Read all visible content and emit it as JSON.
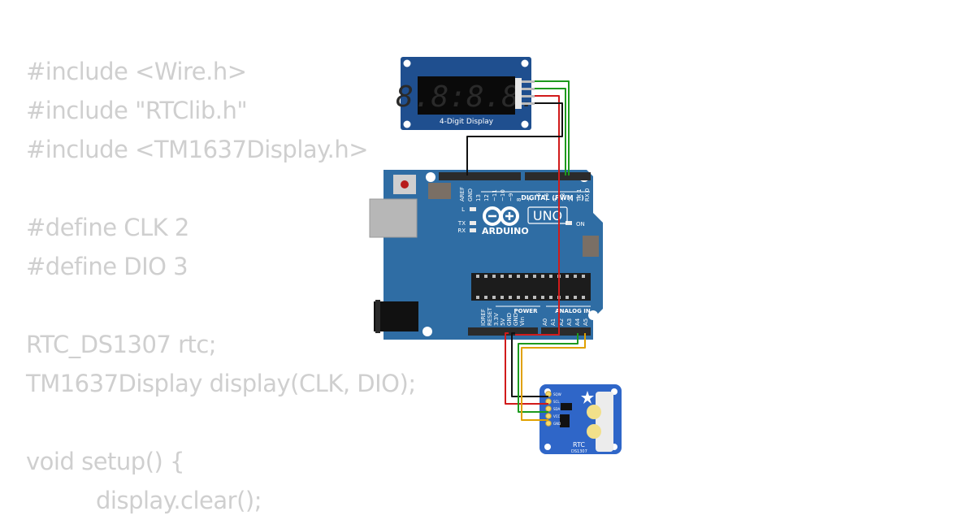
{
  "code": {
    "lines": [
      "#include <Wire.h>",
      "#include \"RTClib.h\"",
      "#include <TM1637Display.h>",
      "",
      "#define CLK 2",
      "#define DIO 3",
      "",
      "RTC_DS1307 rtc;",
      "TM1637Display display(CLK, DIO);",
      "",
      "void setup() {",
      "    display.clear();"
    ]
  },
  "display_module": {
    "label": "4-Digit Display",
    "digits": "8.8:8.8."
  },
  "arduino": {
    "model": "UNO",
    "brand": "ARDUINO",
    "digital_label": "DIGITAL (PWM ~)",
    "power_label": "POWER",
    "analog_label": "ANALOG IN",
    "on_label": "ON",
    "l_label": "L",
    "tx_label": "TX",
    "rx_label": "RX",
    "top_pins": [
      "AREF",
      "GND",
      "13",
      "12",
      "~11",
      "~10",
      "~9",
      "8",
      "7",
      "~6",
      "~5",
      "4",
      "~3",
      "2",
      "TX 1",
      "RX 0"
    ],
    "power_pins": [
      "IOREF",
      "RESET",
      "3.3V",
      "5V",
      "GND",
      "GND",
      "Vin"
    ],
    "analog_pins": [
      "A0",
      "A1",
      "A2",
      "A3",
      "A4",
      "A5"
    ]
  },
  "rtc_module": {
    "label": "RTC",
    "chip": "DS1307",
    "pins": [
      "SQW",
      "SCL",
      "SDA",
      "VCC",
      "GND"
    ]
  },
  "colors": {
    "code_text": "#cfcfcf",
    "board_blue": "#2f6da4",
    "display_blue": "#1f4f8f",
    "rtc_blue": "#2f66c8",
    "wire_red": "#d11b1b",
    "wire_green": "#1d9a1d",
    "wire_black": "#111111",
    "wire_orange": "#e0a100"
  }
}
